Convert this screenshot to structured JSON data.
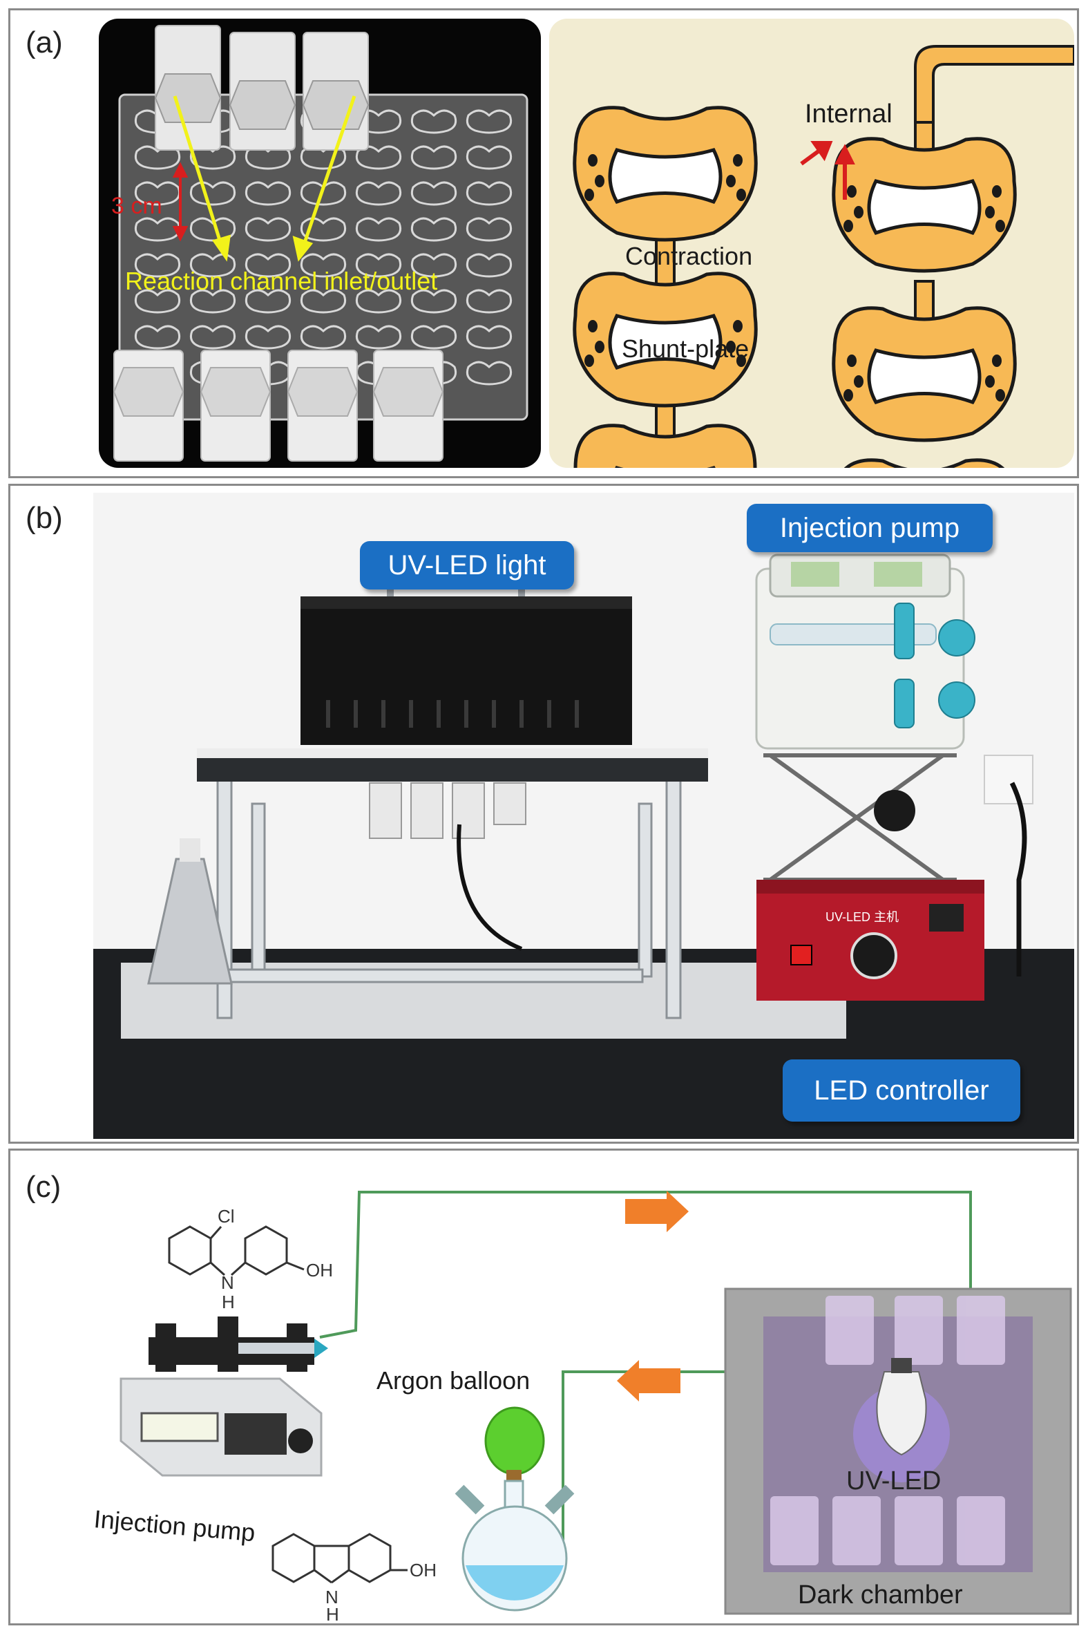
{
  "panel_a": {
    "label": "(a)",
    "scale_text": "3 cm",
    "inlet_text": "Reaction channel inlet/outlet",
    "internal_text": "Internal",
    "contraction_text": "Contraction",
    "shunt_text": "Shunt-plate"
  },
  "panel_b": {
    "label": "(b)",
    "uv_light": "UV-LED light",
    "injection_pump": "Injection pump",
    "led_controller": "LED controller",
    "controller_brand": "UV-LED 主机"
  },
  "panel_c": {
    "label": "(c)",
    "cl_label": "Cl",
    "nh_label": "N",
    "h_label": "H",
    "oh_label": "OH",
    "argon_balloon": "Argon balloon",
    "injection_pump": "Injection pump",
    "uv_led": "UV-LED",
    "dark_chamber": "Dark chamber",
    "oh2_label": "OH",
    "n2_label": "N",
    "h2_label": "H"
  },
  "colors": {
    "frame": "#8a8a8a",
    "channel_orange": "#f7b955",
    "tube_green": "#4f9a5a",
    "arrow_orange": "#f07f2a",
    "tag_blue": "#1b6fc4",
    "yellow": "#f2f21a",
    "red": "#d81e1e"
  }
}
